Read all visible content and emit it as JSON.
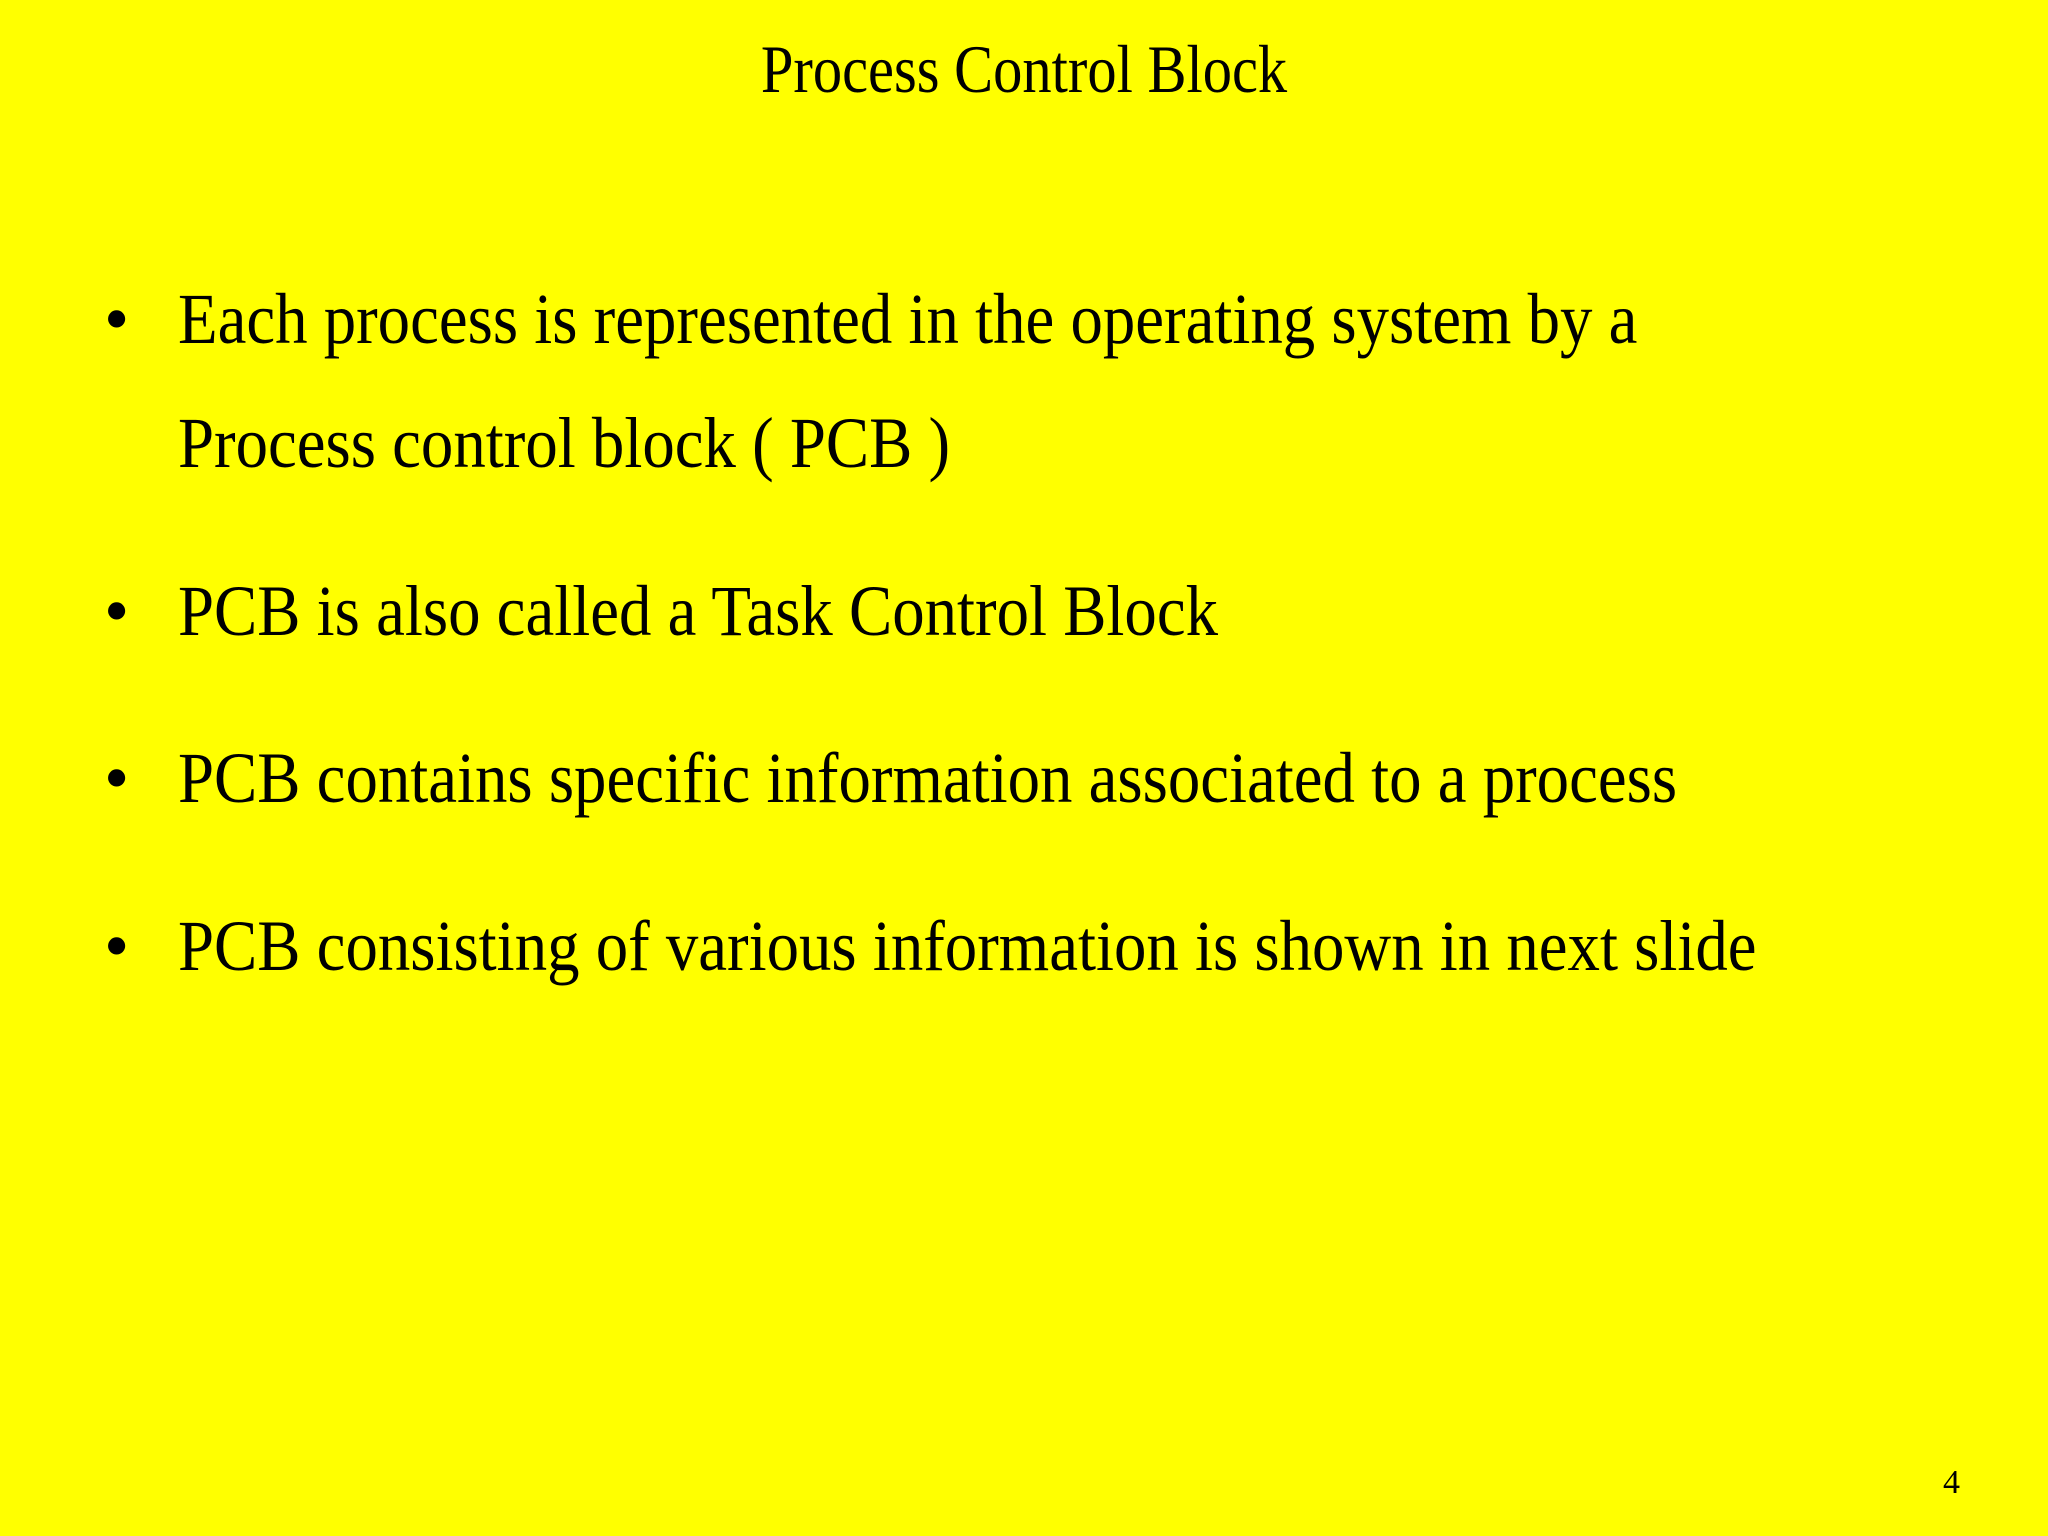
{
  "slide": {
    "title": "Process Control Block",
    "background_color": "#FFFF00",
    "text_color": "#000000",
    "page_number": "4",
    "bullet_glyph": "•",
    "bullets": [
      {
        "text": "Each process is represented in the operating system by a Process control block ( PCB )"
      },
      {
        "text": "PCB is also called a Task Control Block"
      },
      {
        "text": "PCB contains specific information associated to a process"
      },
      {
        "text": "PCB consisting of various information is shown in next slide"
      }
    ]
  }
}
